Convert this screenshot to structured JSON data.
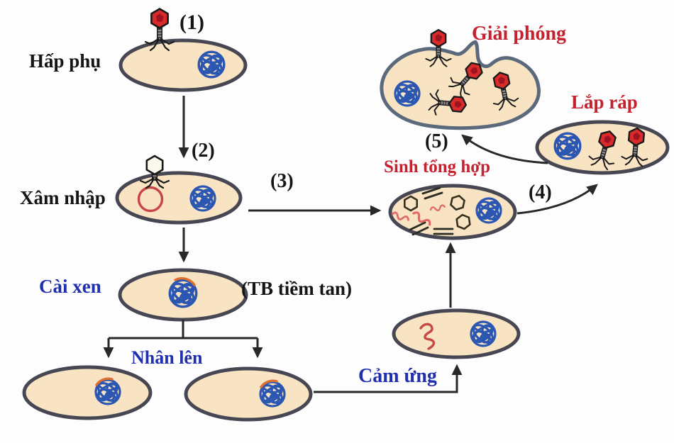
{
  "diagram": {
    "colors": {
      "cell_fill": "#f8e3c3",
      "cell_border": "#474754",
      "lysed_border": "#5a6a7c",
      "dna_blue": "#2b57b2",
      "phage_red": "#d92b2b",
      "phage_red_dark": "#9e1320",
      "arrow_black": "#282828",
      "squiggle_red": "#e06a6a",
      "induction_squiggle": "#c64a44",
      "prophage_orange": "#df7030",
      "ring_red": "#c84545",
      "text_black": "#151515",
      "text_blue": "#202fae",
      "text_red": "#c6212f",
      "background": "#fdfdfd"
    },
    "steps": {
      "s1": "(1)",
      "s2": "(2)",
      "s3": "(3)",
      "s4": "(4)",
      "s5": "(5)"
    },
    "labels": {
      "adsorption": "Hấp phụ",
      "penetration": "Xâm nhập",
      "integration": "Cài xen",
      "lysogenic_cell": "(TB tiềm tan)",
      "multiplication": "Nhân lên",
      "induction": "Cảm ứng",
      "biosynthesis": "Sinh tổng hợp",
      "assembly": "Lắp ráp",
      "release": "Giải phóng"
    }
  }
}
